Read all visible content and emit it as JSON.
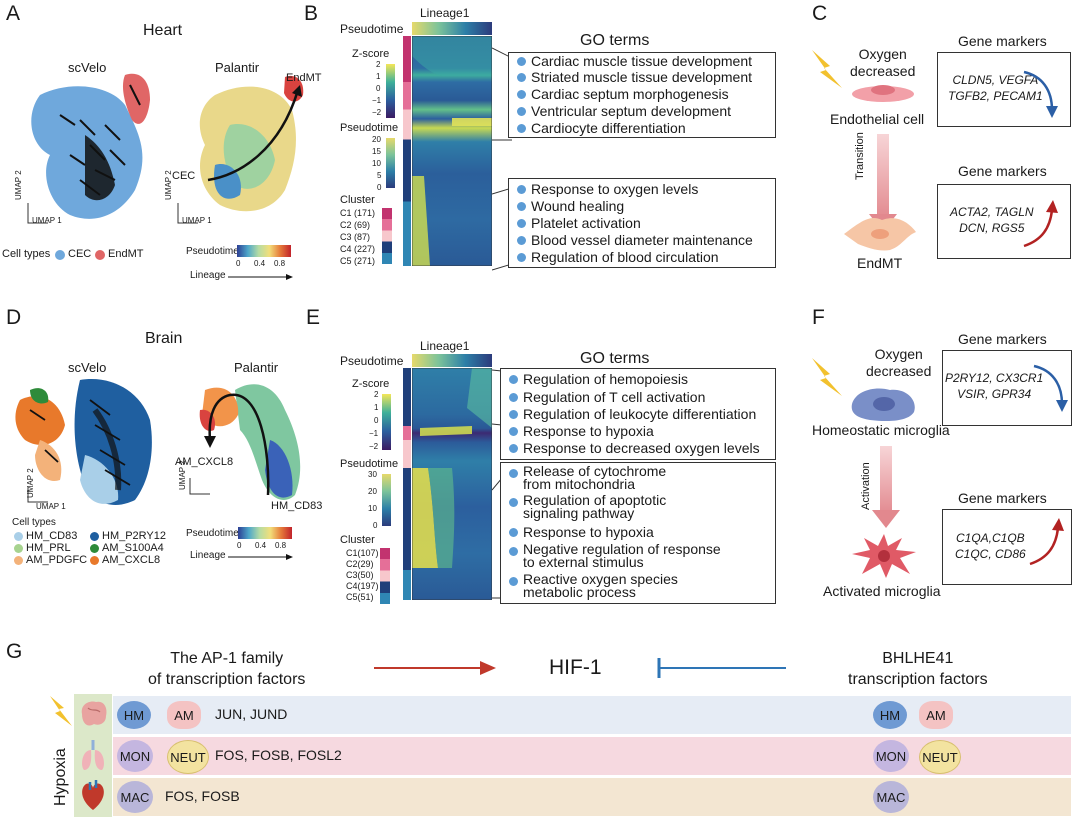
{
  "panels": {
    "A": {
      "label": "A",
      "title": "Heart",
      "left_title": "scVelo",
      "right_title": "Palantir",
      "right_labels": {
        "end": "EndMT",
        "start": "CEC"
      },
      "axis": {
        "y": "UMAP 2",
        "x": "UMAP 1"
      },
      "legend": {
        "title": "Cell types",
        "items": [
          {
            "name": "CEC",
            "color": "#6fa8dc"
          },
          {
            "name": "EndMT",
            "color": "#e06666"
          }
        ]
      },
      "pseudotime": {
        "label": "Pseudotime",
        "ticks": [
          "0",
          "0.4",
          "0.8"
        ],
        "lineage": "Lineage"
      }
    },
    "B": {
      "label": "B",
      "pseudotime_label": "Pseudotime",
      "lineage": "Lineage1",
      "zscore": "Z-score",
      "z_ticks": [
        "2",
        "1",
        "0",
        "−1",
        "−2"
      ],
      "pt_label": "Pseudotime",
      "pt_ticks": [
        "20",
        "15",
        "10",
        "5",
        "0"
      ],
      "cluster": "Cluster",
      "clusters": [
        "C1 (171)",
        "C2 (69)",
        "C3 (87)",
        "C4 (227)",
        "C5 (271)"
      ],
      "go_title": "GO terms",
      "go_top": [
        "Cardiac muscle tissue development",
        "Striated muscle tissue development",
        "Cardiac septum morphogenesis",
        "Ventricular septum development",
        "Cardiocyte differentiation"
      ],
      "go_bottom": [
        "Response to oxygen levels",
        "Wound healing",
        "Platelet activation",
        "Blood vessel diameter maintenance",
        "Regulation of blood circulation"
      ]
    },
    "C": {
      "label": "C",
      "stimulus": "Oxygen\ndecreased",
      "cell1": "Endothelial cell",
      "transition": "Transition",
      "cell2": "EndMT",
      "markers1_title": "Gene markers",
      "markers1": "CLDN5, VEGFA\nTGFB2, PECAM1",
      "markers2_title": "Gene markers",
      "markers2": "ACTA2, TAGLN\nDCN, RGS5"
    },
    "D": {
      "label": "D",
      "title": "Brain",
      "left_title": "scVelo",
      "right_title": "Palantir",
      "right_labels": {
        "end": "AM_CXCL8",
        "start": "HM_CD83"
      },
      "axis": {
        "y": "UMAP 2",
        "x": "UMAP 1"
      },
      "legend": {
        "title": "Cell types",
        "items": [
          {
            "name": "HM_CD83",
            "color": "#a9cfe8"
          },
          {
            "name": "HM_P2RY12",
            "color": "#1f5fa0"
          },
          {
            "name": "HM_PRL",
            "color": "#a7d38f"
          },
          {
            "name": "AM_S100A4",
            "color": "#2e8b3a"
          },
          {
            "name": "AM_PDGFC",
            "color": "#f3b27a"
          },
          {
            "name": "AM_CXCL8",
            "color": "#e8792b"
          }
        ]
      },
      "pseudotime": {
        "label": "Pseudotime",
        "ticks": [
          "0",
          "0.4",
          "0.8"
        ],
        "lineage": "Lineage"
      }
    },
    "E": {
      "label": "E",
      "pseudotime_label": "Pseudotime",
      "lineage": "Lineage1",
      "zscore": "Z-score",
      "z_ticks": [
        "2",
        "1",
        "0",
        "−1",
        "−2"
      ],
      "pt_label": "Pseudotime",
      "pt_ticks": [
        "30",
        "20",
        "10",
        "0"
      ],
      "cluster": "Cluster",
      "clusters": [
        "C1(107)",
        "C2(29)",
        "C3(50)",
        "C4(197)",
        "C5(51)"
      ],
      "go_title": "GO terms",
      "go_top": [
        "Regulation of hemopoiesis",
        "Regulation of T cell activation",
        "Regulation of leukocyte differentiation",
        "Response to hypoxia",
        "Response to decreased oxygen levels"
      ],
      "go_bottom": [
        "Release of cytochrome\nfrom mitochondria",
        "Regulation of apoptotic\nsignaling pathway",
        "Response to hypoxia",
        "Negative regulation of response\nto external stimulus",
        "Reactive oxygen species\nmetabolic process"
      ]
    },
    "F": {
      "label": "F",
      "stimulus": "Oxygen\ndecreased",
      "cell1": "Homeostatic microglia",
      "transition": "Activation",
      "cell2": "Activated microglia",
      "markers1_title": "Gene markers",
      "markers1": "P2RY12, CX3CR1\nVSIR, GPR34",
      "markers2_title": "Gene markers",
      "markers2": "C1QA,C1QB\nC1QC, CD86"
    },
    "G": {
      "label": "G",
      "left_title": "The AP-1 family\nof transcription factors",
      "center": "HIF-1",
      "right_title": "BHLHE41\ntranscription factors",
      "side_label": "Hypoxia",
      "rows": [
        {
          "cells": [
            "HM",
            "AM"
          ],
          "genes": "JUN, JUND",
          "right_cells": [
            "HM",
            "AM"
          ],
          "color": "#e6ecf5"
        },
        {
          "cells": [
            "MON",
            "NEUT"
          ],
          "genes": "FOS, FOSB, FOSL2",
          "right_cells": [
            "MON",
            "NEUT"
          ],
          "color": "#f6d9e0"
        },
        {
          "cells": [
            "MAC"
          ],
          "genes": "FOS, FOSB",
          "right_cells": [
            "MAC"
          ],
          "color": "#f3e6d2"
        }
      ]
    }
  },
  "colors": {
    "up_arrow": "#b22222",
    "down_arrow": "#2b5fa6",
    "activate": "#c0392b",
    "inhibit": "#2e75b6",
    "go_dot": "#5b9bd5"
  }
}
